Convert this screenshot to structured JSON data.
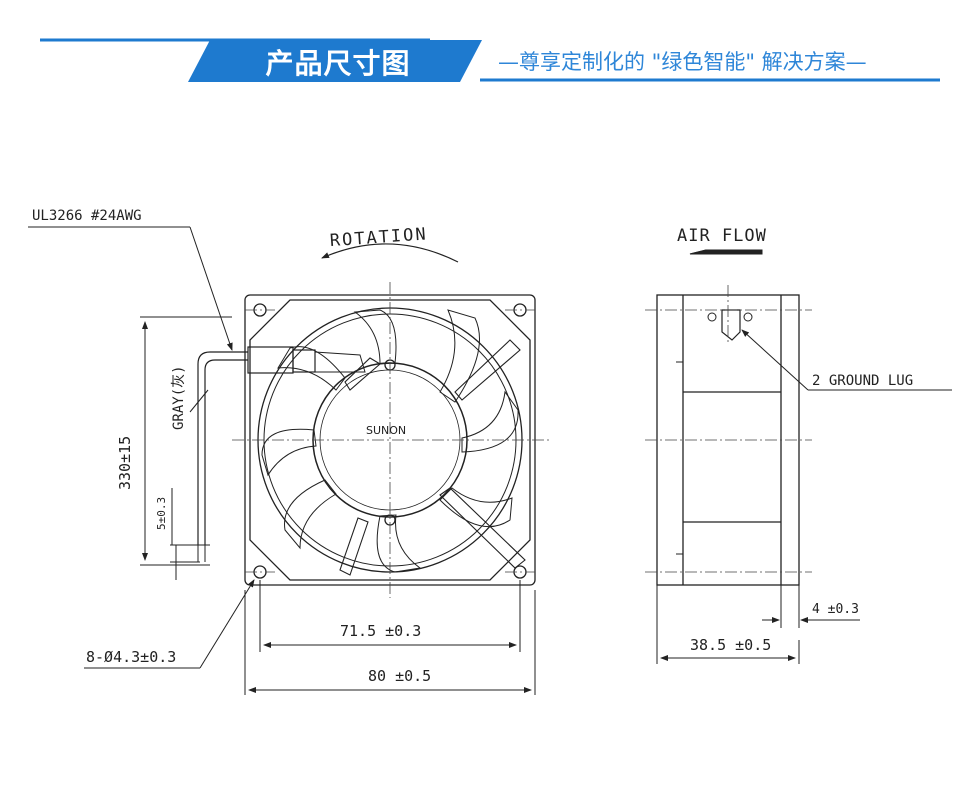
{
  "header": {
    "title": "产品尺寸图",
    "subtitle": "—尊享定制化的 \"绿色智能\" 解决方案—",
    "accent_color": "#1E7ACF"
  },
  "drawing": {
    "wire_spec": "UL3266  #24AWG",
    "rotation_label": "ROTATION",
    "airflow_label": "AIR  FLOW",
    "brand": "SUNON",
    "wire_color": "GRAY(灰)",
    "wire_length": "330±15",
    "strip_length": "5±0.3",
    "hole_spec": "8-Ø4.3±0.3",
    "hole_pitch": "71.5  ±0.3",
    "frame_size": "80 ±0.5",
    "depth": "38.5  ±0.5",
    "lug_offset": "4 ±0.3",
    "ground_lug": "2  GROUND  LUG"
  }
}
